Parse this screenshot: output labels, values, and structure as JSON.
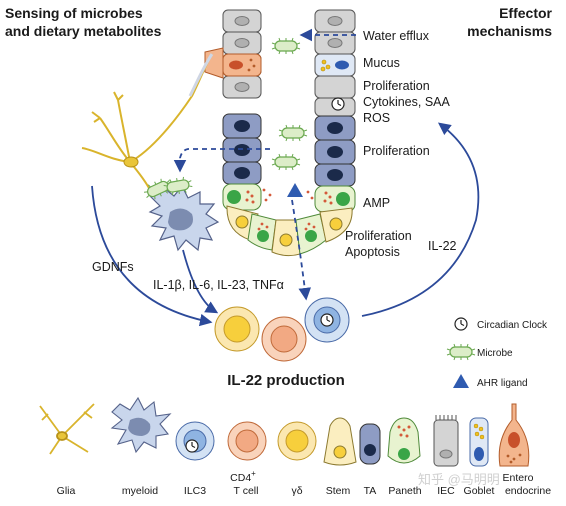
{
  "headings": {
    "left": [
      "Sensing of microbes",
      "and dietary metabolites"
    ],
    "right": [
      "Effector",
      "mechanisms"
    ],
    "center": "IL-22 production"
  },
  "crypt_labels": {
    "water_efflux": "Water efflux",
    "mucus": "Mucus",
    "proliferation_1": "Proliferation",
    "cytokines": "Cytokines, SAA",
    "ros": "ROS",
    "proliferation_2": "Proliferation",
    "amp": "AMP",
    "proliferation_3": "Proliferation",
    "apoptosis": "Apoptosis"
  },
  "arrow_labels": {
    "gdnfs": "GDNFs",
    "cytokines": "IL-1β, IL-6, IL-23, TNFα",
    "il22": "IL-22"
  },
  "legend": [
    {
      "icon": "clock-icon",
      "label": "Circadian Clock"
    },
    {
      "icon": "microbe-icon",
      "label": "Microbe"
    },
    {
      "icon": "triangle-icon",
      "label": "AHR ligand"
    }
  ],
  "cell_types": {
    "glia": "Glia",
    "myeloid": "myeloid",
    "ilc3": "ILC3",
    "cd4_line1": "CD4",
    "cd4_sup": "+",
    "cd4_line2": "T cell",
    "gd": "γδ",
    "stem": "Stem",
    "ta": "TA",
    "paneth": "Paneth",
    "iec": "IEC",
    "goblet": "Goblet",
    "entero_line1": "Entero",
    "entero_line2": "endocrine"
  },
  "watermark": "知乎 @马明明",
  "colors": {
    "arrow_blue": "#2c4a9a",
    "ahr_triangle": "#2f5bb0",
    "microbe_fill": "#dcedc8",
    "microbe_stroke": "#6aa84f",
    "iec_grey": "#d4d4d4",
    "ta_blue": "#8e9cc4",
    "ta_nucleus": "#1b2a4a",
    "stem_yellow": "#fbeec0",
    "paneth_green": "#e8f3d0",
    "nucleus_green": "#3aa547",
    "nucleus_yellow": "#f7cf3c",
    "ilc3_blue": "#8fb4e2",
    "tcell_orange": "#f2a983",
    "glia_yellow": "#e9c53a",
    "enteroendocrine": "#f3b58d"
  }
}
